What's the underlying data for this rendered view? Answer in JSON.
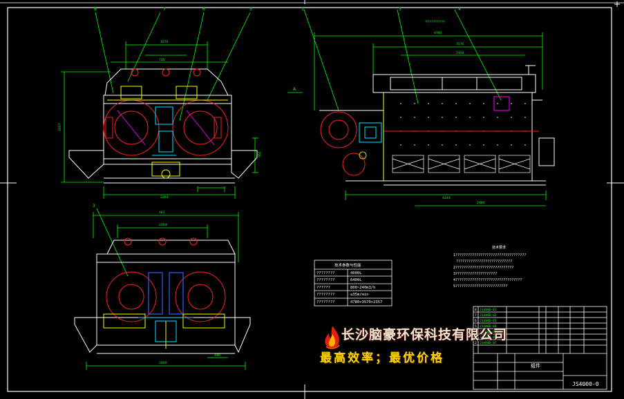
{
  "drawing": {
    "colors": {
      "background": "#000000",
      "frame": "#ffffff",
      "dimension": "#00ff00",
      "outline": "#ffffff",
      "detail_yellow": "#ffff00",
      "detail_red": "#ff2020",
      "detail_cyan": "#00e5ff",
      "detail_magenta": "#ff00ff",
      "detail_blue": "#3060ff",
      "slogan": "#ffd400"
    },
    "callouts": {
      "front_view": [
        "8",
        "7",
        "6",
        "5"
      ],
      "side_view": [
        "1",
        "3",
        "4"
      ],
      "bottom_view": [
        "3"
      ]
    },
    "view_marker": "A",
    "spec_table": {
      "title": "技术参数与性能",
      "rows": [
        {
          "label": "????????",
          "value": "4000L"
        },
        {
          "label": "????????",
          "value": "6400L"
        },
        {
          "label": "??????",
          "value": "800~240m3/h"
        },
        {
          "label": "????????",
          "value": "≤35m/min"
        },
        {
          "label": "????????",
          "value": "4780×3570×2357"
        }
      ]
    },
    "notes_heading": "技术要求",
    "title_block": {
      "part_title": "组件",
      "drawing_number": "JS4000-0"
    },
    "company": {
      "name": "长沙脑豪环保科技有限公司",
      "slogan": "最高效率；最优价格"
    }
  }
}
